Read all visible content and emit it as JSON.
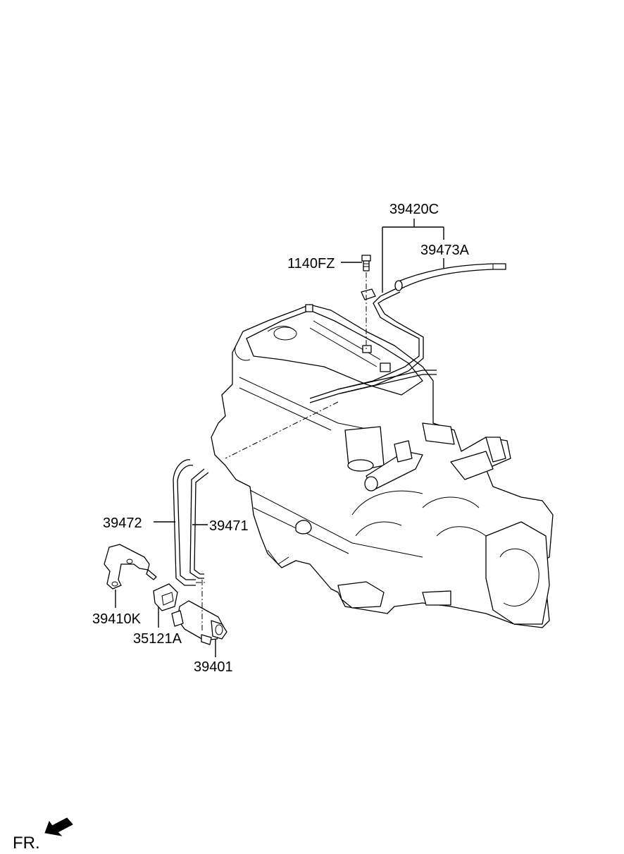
{
  "labels": {
    "p39420C": "39420C",
    "p39473A": "39473A",
    "p1140FZ": "1140FZ",
    "p39472": "39472",
    "p39471": "39471",
    "p39410K": "39410K",
    "p35121A": "35121A",
    "p39401": "39401"
  },
  "direction": {
    "text": "FR."
  }
}
